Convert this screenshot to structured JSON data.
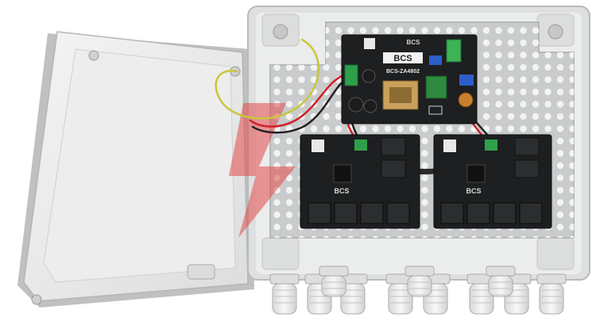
{
  "scene": {
    "subject": "outdoor PoE switch enclosure, lid open",
    "colors": {
      "enclosure": "#e9eaea",
      "backplate": "#c9cbcd",
      "pcb": "#1d1f21",
      "rj45_port": "#2b2d2f",
      "cable_gland": "#eeeeee",
      "wire_red": "#d0202a",
      "wire_yellow_green": "#c8c63a",
      "watermark": "#e34a4a"
    }
  },
  "power_board": {
    "brand": "BCS",
    "model": "BCS-ZA4802"
  },
  "switch_boards": [
    {
      "brand": "BCS",
      "port_count": 4
    },
    {
      "brand": "BCS",
      "port_count": 4
    }
  ],
  "cable_glands": {
    "count": 11
  }
}
